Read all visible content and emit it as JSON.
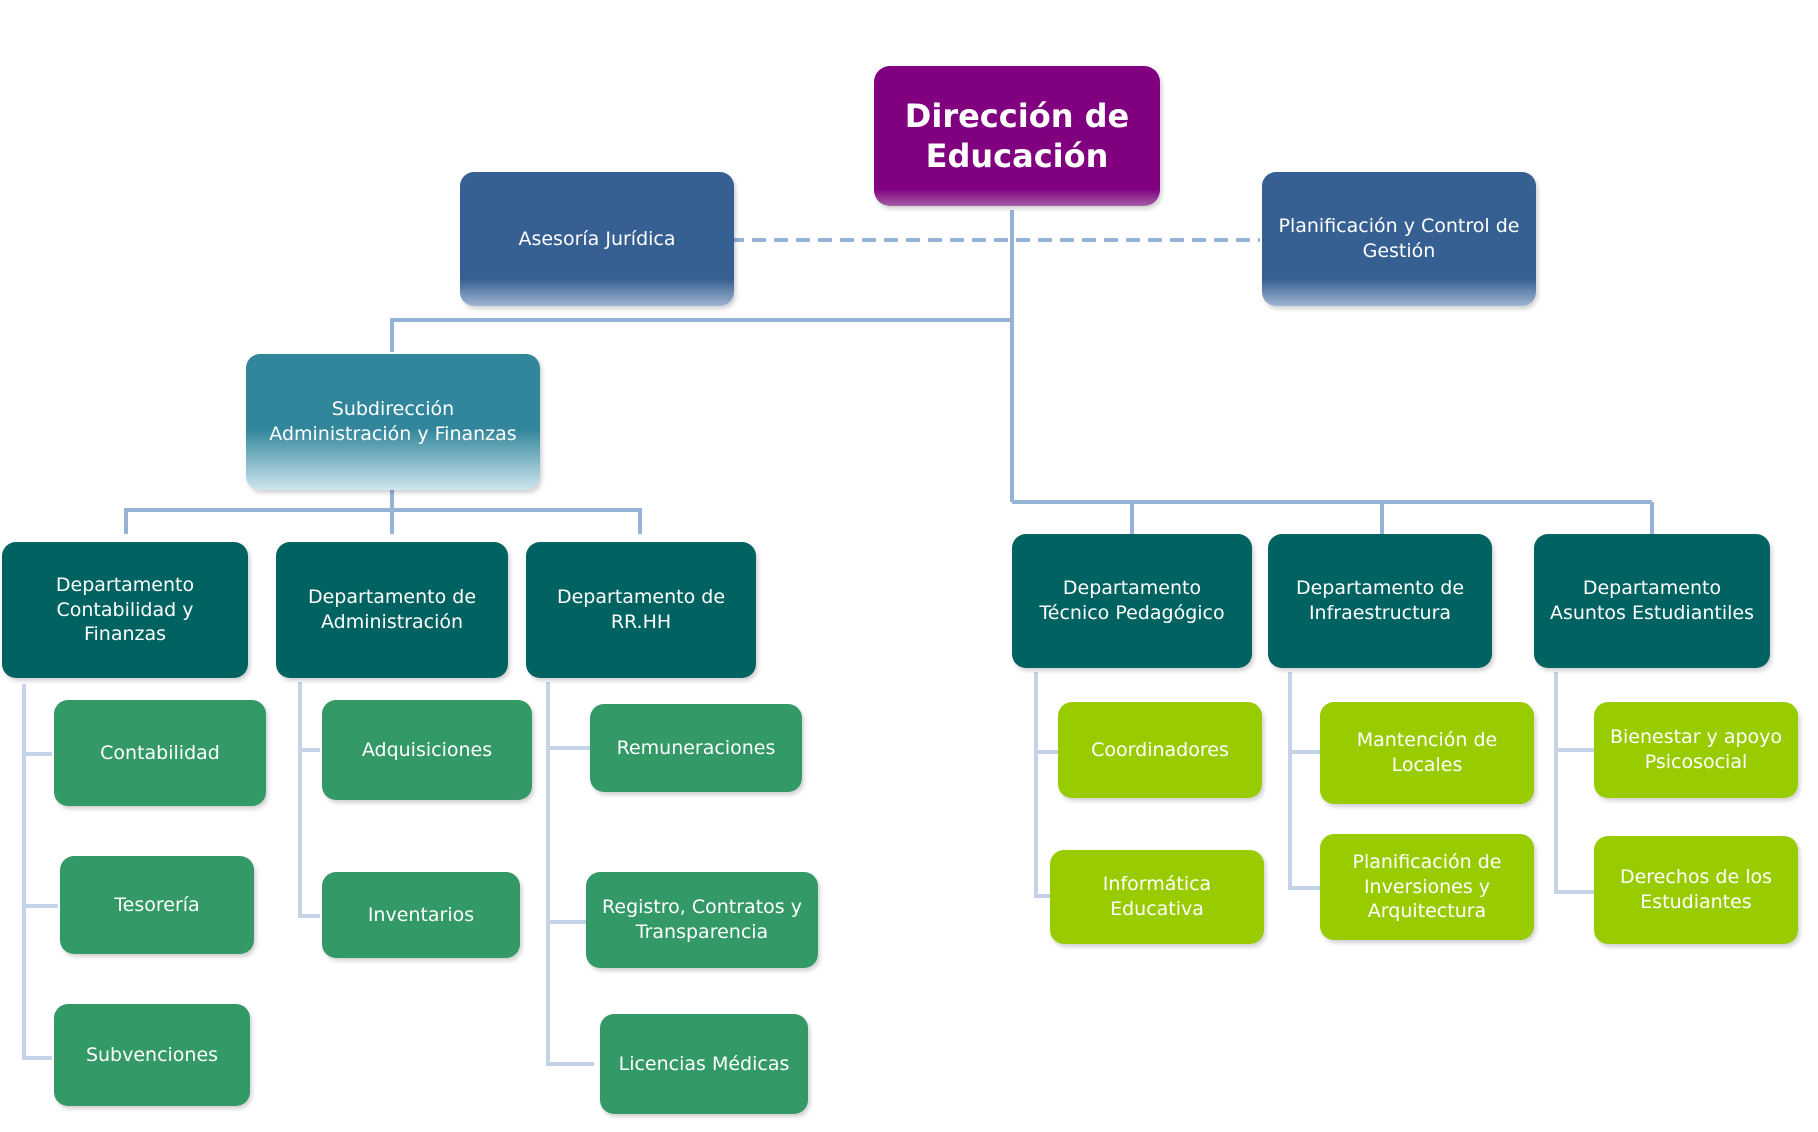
{
  "colors": {
    "top": "#800080",
    "staff": "#376092",
    "subdireccion": "#31869b",
    "department": "#006361",
    "unit_green": "#339966",
    "unit_lime": "#99cc00",
    "connector": "#95b3d7",
    "connector_dashed": "#95b3d7"
  },
  "top": {
    "label": "Dirección de\nEducación"
  },
  "staff": {
    "left": "Asesoría Jurídica",
    "right": "Planificación y Control de\nGestión"
  },
  "subdireccion": {
    "label": "Subdirección\nAdministración y Finanzas"
  },
  "admin_departments": [
    {
      "label": "Departamento\nContabilidad y\nFinanzas",
      "units": [
        "Contabilidad",
        "Tesorería",
        "Subvenciones"
      ]
    },
    {
      "label": "Departamento de\nAdministración",
      "units": [
        "Adquisiciones",
        "Inventarios"
      ]
    },
    {
      "label": "Departamento de\nRR.HH",
      "units": [
        "Remuneraciones",
        "Registro, Contratos y\nTransparencia",
        "Licencias Médicas"
      ]
    }
  ],
  "direct_departments": [
    {
      "label": "Departamento\nTécnico Pedagógico",
      "units": [
        "Coordinadores",
        "Informática\nEducativa"
      ]
    },
    {
      "label": "Departamento de\nInfraestructura",
      "units": [
        "Mantención de\nLocales",
        "Planificación de\nInversiones y\nArquitectura"
      ]
    },
    {
      "label": "Departamento\nAsuntos Estudiantiles",
      "units": [
        "Bienestar  y apoyo\nPsicosocial",
        "Derechos de los\nEstudiantes"
      ]
    }
  ]
}
